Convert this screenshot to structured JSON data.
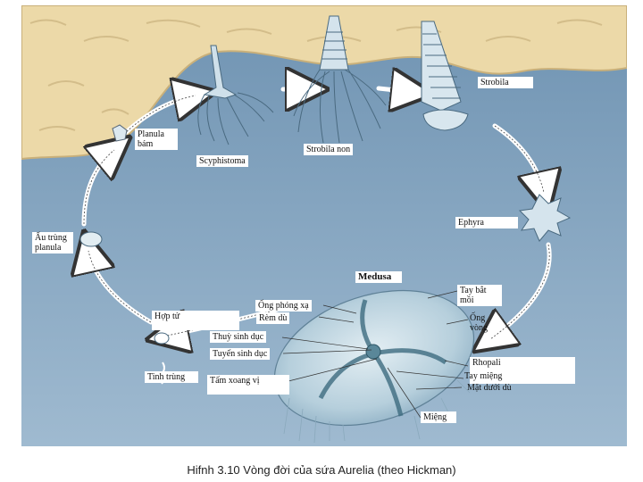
{
  "caption": "Hifnh 3.10 Vòng đời của sứa Aurelia (theo Hickman)",
  "labels": {
    "planula_bam": "Planula\nbám",
    "scyphistoma": "Scyphistoma",
    "strobila_non": "Strobila non",
    "strobila": "Strobila",
    "ephyra": "Ephyra",
    "au_trung_planula": "Ấu trùng\nplanula",
    "medusa": "Medusa",
    "ong_phong_xa": "Ống phóng xạ",
    "rem_du": "Rèm dù",
    "tay_bat_moi": "Tay bắt\nmồi",
    "ong_vong": "Ống\nvòng",
    "hop_tu": "Hợp tử",
    "thuy_sinh_duc": "Thuỳ sinh dục",
    "tuyen_sinh_duc": "Tuyến sinh dục",
    "rhopali": "Rhopali",
    "tay_mieng": "Tay miệng",
    "mat_duoi_du": "Mặt dưới dù",
    "tinh_trung": "Tinh trùng",
    "tam_xoang_vi": "Tấm xoang vị",
    "mieng": "Miệng"
  },
  "colors": {
    "water": "#7ea0bd",
    "rock": "#ecd9a8",
    "arrow": "#ffffff"
  }
}
